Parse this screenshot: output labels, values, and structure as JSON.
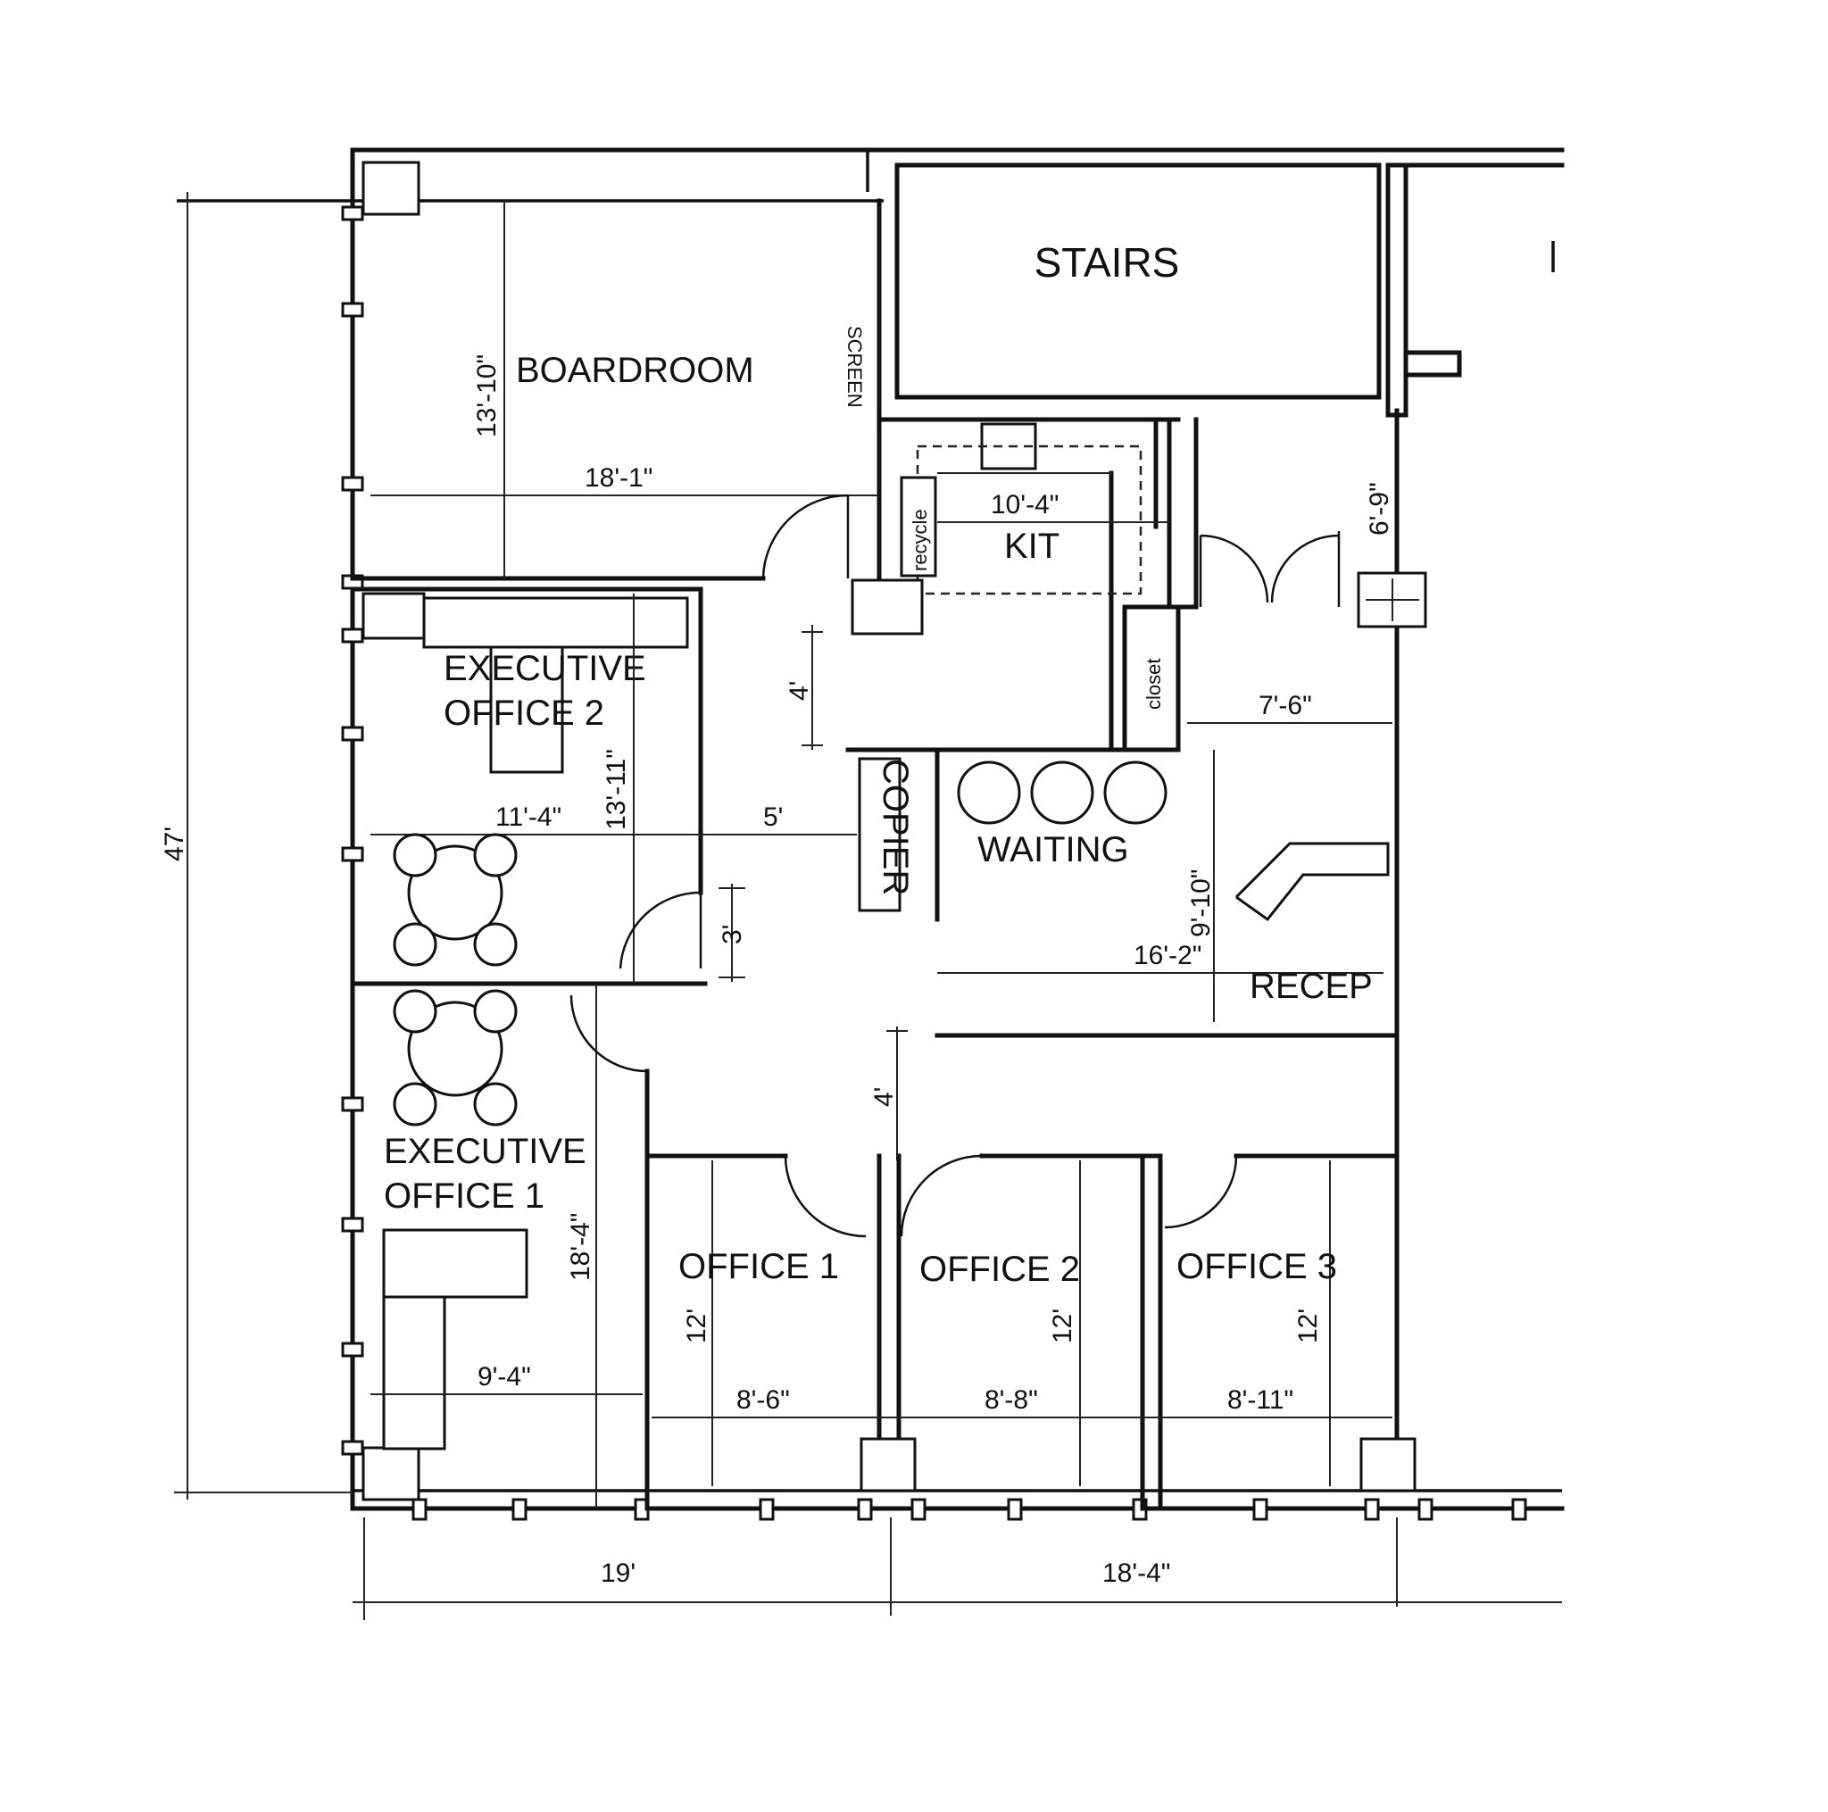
{
  "rooms": {
    "stairs": "STAIRS",
    "boardroom": "BOARDROOM",
    "screen": "SCREEN",
    "recycle": "recycle",
    "kit": "KIT",
    "closet": "closet",
    "exec2_line1": "EXECUTIVE",
    "exec2_line2": "OFFICE 2",
    "copier": "COPIER",
    "waiting": "WAITING",
    "recep": "RECEP",
    "exec1_line1": "EXECUTIVE",
    "exec1_line2": "OFFICE 1",
    "office1": "OFFICE 1",
    "office2": "OFFICE 2",
    "office3": "OFFICE 3"
  },
  "dimensions": {
    "boardroom_height": "13'-10\"",
    "boardroom_width": "18'-1\"",
    "kit_width": "10'-4\"",
    "door_gap": "6'-9\"",
    "corridor_4_top": "4'",
    "recep_width": "7'-6\"",
    "exec2_width": "11'-4\"",
    "exec2_height": "13'-11\"",
    "corridor_5": "5'",
    "corridor_3": "3'",
    "waiting_height": "9'-10\"",
    "waiting_width": "16'-2\"",
    "corridor_4_bottom": "4'",
    "overall_height": "47'",
    "exec1_height": "18'-4\"",
    "exec1_width": "9'-4\"",
    "office1_height": "12'",
    "office1_width": "8'-6\"",
    "office2_height": "12'",
    "office2_width": "8'-8\"",
    "office3_height": "12'",
    "office3_width": "8'-11\"",
    "bottom_left": "19'",
    "bottom_right": "18'-4\""
  }
}
